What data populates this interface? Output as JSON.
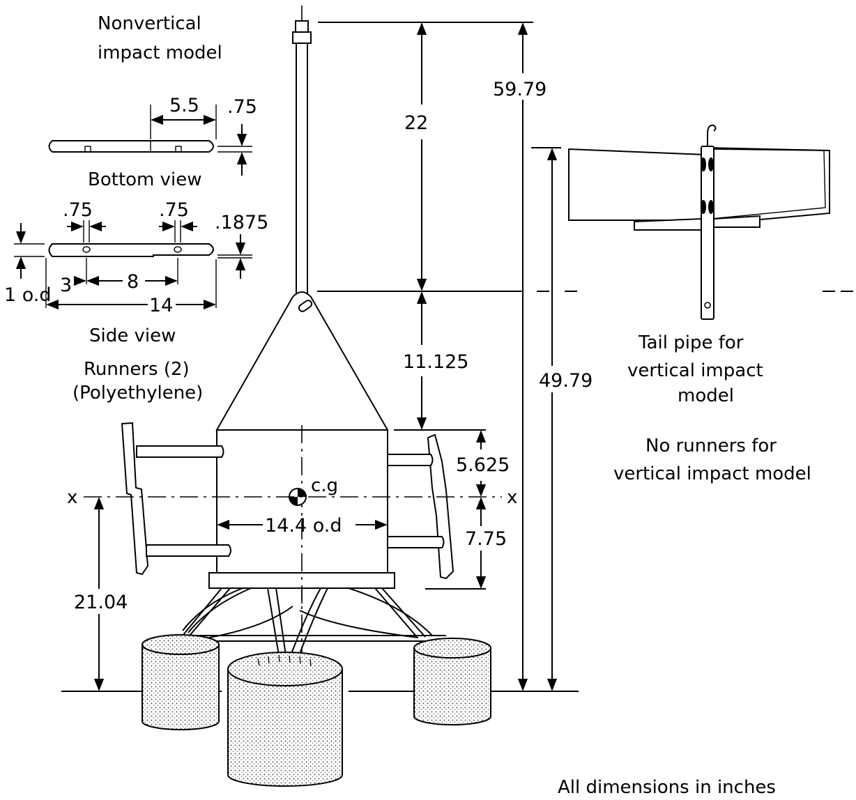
{
  "colors": {
    "ink": "#000000",
    "paper": "#ffffff",
    "float_stipple": "#bfbfbf"
  },
  "labels": {
    "nonvertical_line1": "Nonvertical",
    "nonvertical_line2": "impact model",
    "bottom_view": "Bottom view",
    "side_view": "Side view",
    "runners_line1": "Runners (2)",
    "runners_line2": "(Polyethylene)",
    "tailpipe_line1": "Tail pipe for",
    "tailpipe_line2": "vertical impact",
    "tailpipe_line3": "model",
    "norunners_line1": "No runners for",
    "norunners_line2": "vertical impact model",
    "units_note": "All dimensions in inches",
    "cg": "c.g",
    "axis_left": "x",
    "axis_right": "x"
  },
  "dimensions": {
    "overall_height": "59.79",
    "tail_length": "22",
    "height_to_tail_base": "49.79",
    "cone_height": "11.125",
    "upper_cg": "5.625",
    "lower_cg": "7.75",
    "diameter": "14.4 o.d",
    "cg_height": "21.04",
    "bottom_span": "5.5",
    "bottom_thickness": ".75",
    "side_hole_a": ".75",
    "side_hole_b": ".75",
    "side_step": ".1875",
    "side_od": "1 o.d",
    "side_offset": "3",
    "side_spacing": "8",
    "side_length": "14"
  },
  "icons": [
    "cg-symbol-icon",
    "arrow-icon",
    "hook-icon"
  ]
}
